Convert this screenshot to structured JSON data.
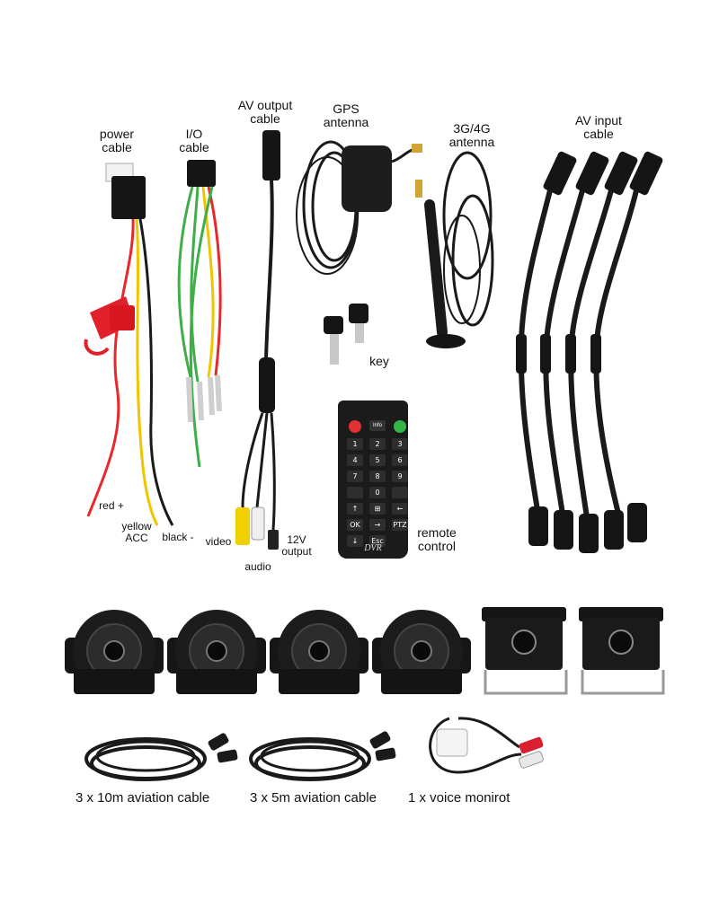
{
  "labels": {
    "power_cable": [
      "power",
      "cable"
    ],
    "io_cable": [
      "I/O",
      "cable"
    ],
    "av_output_cable": [
      "AV output",
      "cable"
    ],
    "gps_antenna": [
      "GPS",
      "antenna"
    ],
    "antenna_3g4g": [
      "3G/4G",
      "antenna"
    ],
    "av_input_cable": [
      "AV input",
      "cable"
    ],
    "key": "key",
    "remote_control": [
      "remote",
      "control"
    ],
    "wire_red": "red +",
    "wire_yellow": [
      "yellow",
      "ACC"
    ],
    "wire_black": "black -",
    "video": "video",
    "audio": "audio",
    "power_12v": [
      "12V",
      "output"
    ]
  },
  "remote": {
    "brand": "DVR",
    "top_keys": [
      "",
      "Info",
      ""
    ],
    "keys": [
      "1",
      "2",
      "3",
      "4",
      "5",
      "6",
      "7",
      "8",
      "9",
      "",
      "0",
      "",
      "↑",
      "⊞",
      "←",
      "OK",
      "→",
      "PTZ",
      "↓",
      "Esc"
    ]
  },
  "captions": {
    "cable_10m": "3 x 10m aviation cable",
    "cable_5m": "3 x 5m aviation cable",
    "voice": "1 x voice monirot"
  },
  "colors": {
    "red_wire": "#e8282a",
    "yellow_wire": "#f2c400",
    "green_wire": "#3fae49",
    "black": "#1a1a1a",
    "fuse": "#e0202a"
  }
}
